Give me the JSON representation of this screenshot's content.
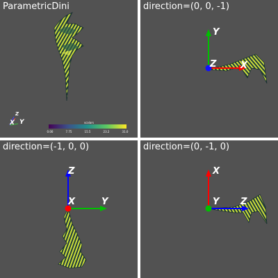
{
  "viewports": [
    {
      "id": "main",
      "title": "ParametricDini"
    },
    {
      "id": "direction-z",
      "title": "direction=(0, 0, -1)"
    },
    {
      "id": "direction-x",
      "title": "direction=(-1, 0, 0)"
    },
    {
      "id": "direction-y",
      "title": "direction=(0, -1, 0)"
    }
  ],
  "scalar_bar": {
    "title": "scalars",
    "tick_labels": [
      "0.00",
      "7.75",
      "15.5",
      "23.2",
      "31.0"
    ],
    "colormap": "viridis"
  },
  "orientation_widget": {
    "x": "X",
    "y": "Y",
    "z": "Z"
  },
  "axes": {
    "x": "X",
    "y": "Y",
    "z": "Z"
  },
  "colors": {
    "background": "#525252",
    "x_axis": "#ff0000",
    "y_axis": "#00c000",
    "z_axis": "#0000ff",
    "mesh_dark": "#1f3a3a",
    "mesh_light": "#d8e635"
  }
}
